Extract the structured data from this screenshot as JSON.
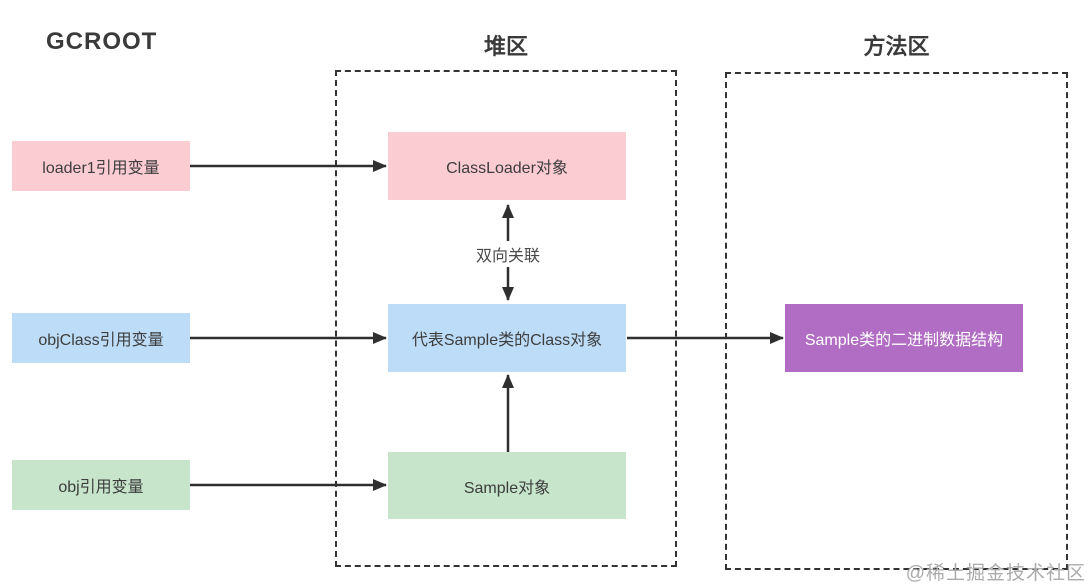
{
  "columns": {
    "gcroot": {
      "title": "GCROOT"
    },
    "heap": {
      "title": "堆区"
    },
    "method": {
      "title": "方法区"
    }
  },
  "nodes": {
    "loader1_ref": {
      "label": "loader1引用变量",
      "color": "#fbccd2",
      "text_color": "#3d3d3d"
    },
    "objclass_ref": {
      "label": "objClass引用变量",
      "color": "#bcdcf7",
      "text_color": "#3d3d3d"
    },
    "obj_ref": {
      "label": "obj引用变量",
      "color": "#c7e5ca",
      "text_color": "#3d3d3d"
    },
    "classloader_obj": {
      "label": "ClassLoader对象",
      "color": "#fbccd2",
      "text_color": "#3d3d3d"
    },
    "class_obj": {
      "label": "代表Sample类的Class对象",
      "color": "#bcdcf7",
      "text_color": "#3d3d3d"
    },
    "sample_obj": {
      "label": "Sample对象",
      "color": "#c7e5ca",
      "text_color": "#3d3d3d"
    },
    "binary_data": {
      "label": "Sample类的二进制数据结构",
      "color": "#b16cc4",
      "text_color": "#ffffff"
    }
  },
  "edges": {
    "bidirectional_label": "双向关联"
  },
  "watermark": "@稀土掘金技术社区",
  "colors": {
    "arrow": "#2f2f2f",
    "region_border": "#333333",
    "watermark": "#ababab",
    "background": "#ffffff"
  }
}
